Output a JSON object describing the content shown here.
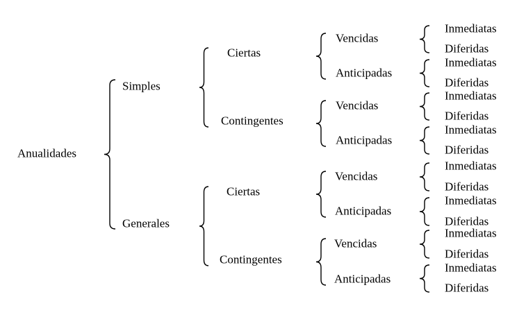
{
  "root": "Anualidades",
  "children": [
    {
      "label": "Simples",
      "children": [
        {
          "label": "Ciertas",
          "children": [
            {
              "label": "Vencidas",
              "children": [
                "Inmediatas",
                "Diferidas"
              ]
            },
            {
              "label": "Anticipadas",
              "children": [
                "Inmediatas",
                "Diferidas"
              ]
            }
          ]
        },
        {
          "label": "Contingentes",
          "children": [
            {
              "label": "Vencidas",
              "children": [
                "Inmediatas",
                "Diferidas"
              ]
            },
            {
              "label": "Anticipadas",
              "children": [
                "Inmediatas",
                "Diferidas"
              ]
            }
          ]
        }
      ]
    },
    {
      "label": "Generales",
      "children": [
        {
          "label": "Ciertas",
          "children": [
            {
              "label": "Vencidas",
              "children": [
                "Inmediatas",
                "Diferidas"
              ]
            },
            {
              "label": "Anticipadas",
              "children": [
                "Inmediatas",
                "Diferidas"
              ]
            }
          ]
        },
        {
          "label": "Contingentes",
          "children": [
            {
              "label": "Vencidas",
              "children": [
                "Inmediatas",
                "Diferidas"
              ]
            },
            {
              "label": "Anticipadas",
              "children": [
                "Inmediatas",
                "Diferidas"
              ]
            }
          ]
        }
      ]
    }
  ]
}
